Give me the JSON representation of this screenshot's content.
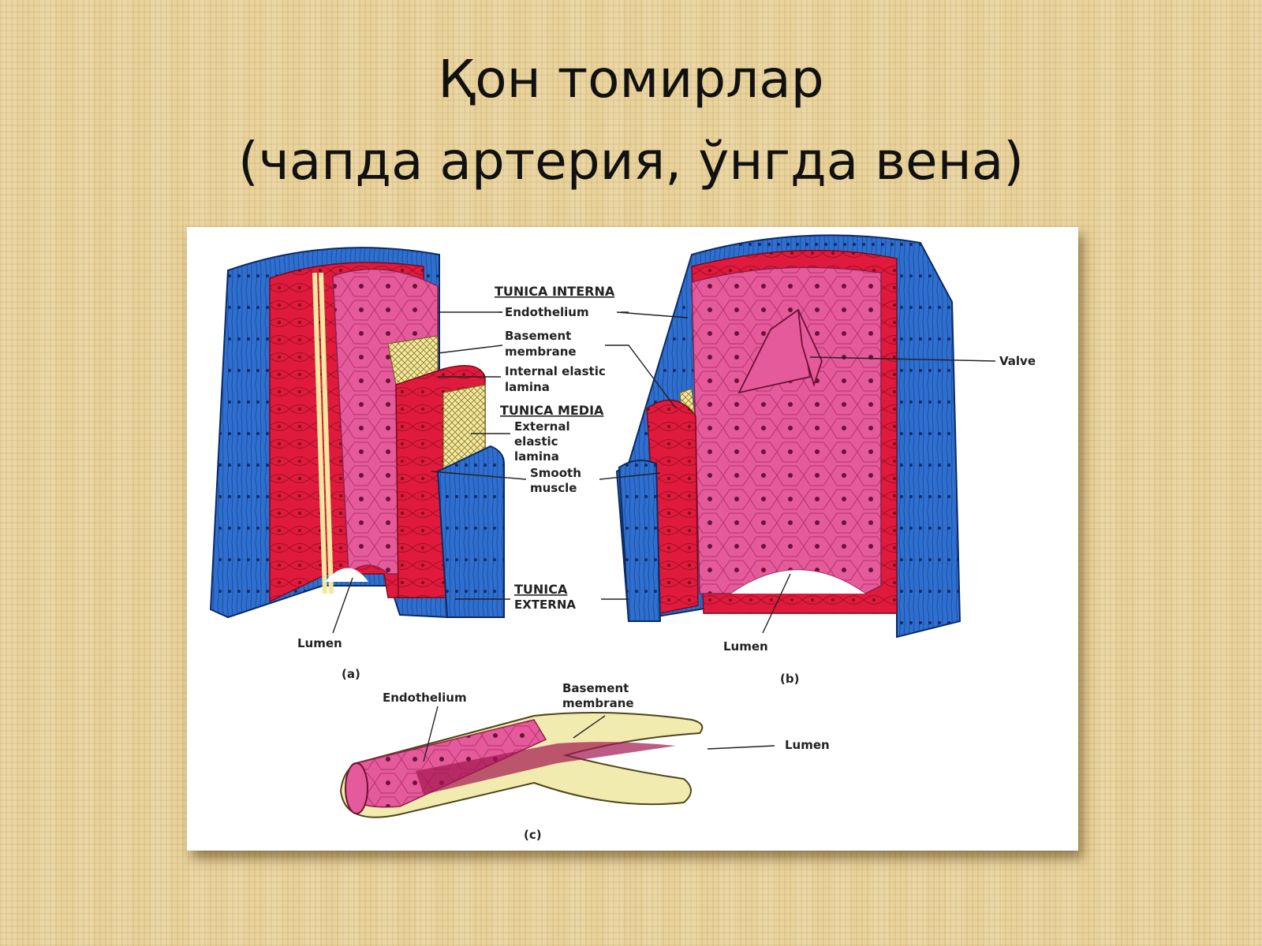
{
  "title": {
    "line1": "Қон томирлар",
    "line2": "(чапда артерия, ўнгда вена)"
  },
  "labels": {
    "tunica_interna": "TUNICA INTERNA",
    "endothelium": "Endothelium",
    "basement_membrane_1": "Basement",
    "basement_membrane_2": "membrane",
    "internal_elastic_1": "Internal elastic",
    "internal_elastic_2": "lamina",
    "tunica_media": "TUNICA MEDIA",
    "external_elastic_1": "External",
    "external_elastic_2": "elastic",
    "external_elastic_3": "lamina",
    "smooth_muscle_1": "Smooth",
    "smooth_muscle_2": "muscle",
    "tunica_externa_1": "TUNICA",
    "tunica_externa_2": "EXTERNA",
    "valve": "Valve",
    "lumen_a": "Lumen",
    "lumen_b": "Lumen",
    "lumen_c": "Lumen",
    "fig_a": "(a)",
    "fig_b": "(b)",
    "fig_c": "(c)",
    "cap_endothelium": "Endothelium",
    "cap_basement_1": "Basement",
    "cap_basement_2": "membrane"
  },
  "colors": {
    "tunica_externa": "#2e6fd0",
    "smooth_muscle": "#e01a3c",
    "endothelium": "#e45a9a",
    "elastic_lamina": "#f2e8a0",
    "background": "#e9d39c"
  }
}
